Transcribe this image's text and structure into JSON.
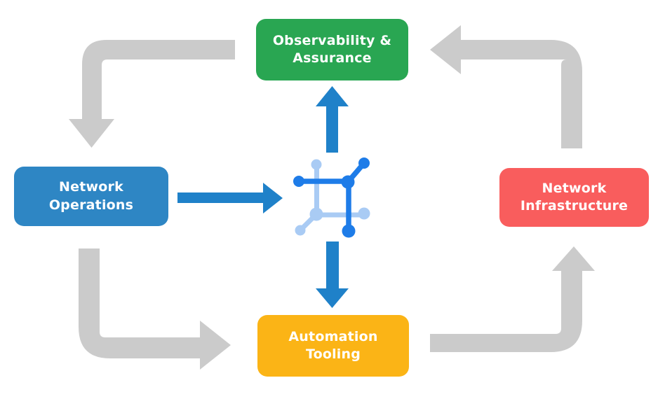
{
  "diagram": {
    "nodes": {
      "observability": {
        "label": "Observability & Assurance",
        "color": "#29A652"
      },
      "operations": {
        "label": "Network Operations",
        "color": "#2E86C4"
      },
      "infrastructure": {
        "label": "Network Infrastructure",
        "color": "#F95D5D"
      },
      "automation": {
        "label": "Automation Tooling",
        "color": "#FBB416"
      }
    },
    "center_icon": {
      "name": "network-mesh-icon",
      "primary_color": "#1E7CE8",
      "secondary_color": "#A9CBF4"
    },
    "arrows": {
      "cycle_color": "#CBCBCB",
      "flow_color": "#1F81C9",
      "edges": [
        {
          "from": "observability",
          "to": "operations",
          "style": "cycle"
        },
        {
          "from": "operations",
          "to": "automation",
          "style": "cycle"
        },
        {
          "from": "automation",
          "to": "infrastructure",
          "style": "cycle"
        },
        {
          "from": "infrastructure",
          "to": "observability",
          "style": "cycle"
        },
        {
          "from": "operations",
          "to": "center-icon",
          "style": "flow"
        },
        {
          "from": "center-icon",
          "to": "observability",
          "style": "flow"
        },
        {
          "from": "center-icon",
          "to": "automation",
          "style": "flow"
        }
      ]
    }
  }
}
